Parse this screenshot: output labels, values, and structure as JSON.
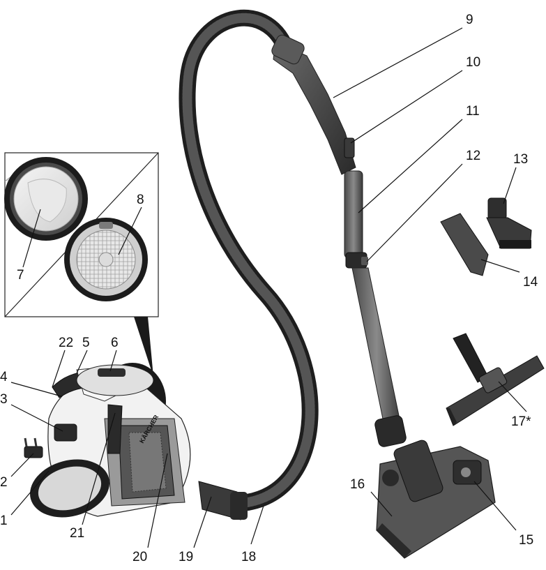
{
  "diagram": {
    "callouts": [
      {
        "id": "c1",
        "label": "1"
      },
      {
        "id": "c2",
        "label": "2"
      },
      {
        "id": "c3",
        "label": "3"
      },
      {
        "id": "c4",
        "label": "4"
      },
      {
        "id": "c5",
        "label": "5"
      },
      {
        "id": "c6",
        "label": "6"
      },
      {
        "id": "c7",
        "label": "7"
      },
      {
        "id": "c8",
        "label": "8"
      },
      {
        "id": "c9",
        "label": "9"
      },
      {
        "id": "c10",
        "label": "10"
      },
      {
        "id": "c11",
        "label": "11"
      },
      {
        "id": "c12",
        "label": "12"
      },
      {
        "id": "c13",
        "label": "13"
      },
      {
        "id": "c14",
        "label": "14"
      },
      {
        "id": "c15",
        "label": "15"
      },
      {
        "id": "c16",
        "label": "16"
      },
      {
        "id": "c17",
        "label": "17*"
      },
      {
        "id": "c18",
        "label": "18"
      },
      {
        "id": "c19",
        "label": "19"
      },
      {
        "id": "c20",
        "label": "20"
      },
      {
        "id": "c21",
        "label": "21"
      },
      {
        "id": "c22",
        "label": "22"
      }
    ],
    "brand_mark": "KÄRCHER"
  }
}
